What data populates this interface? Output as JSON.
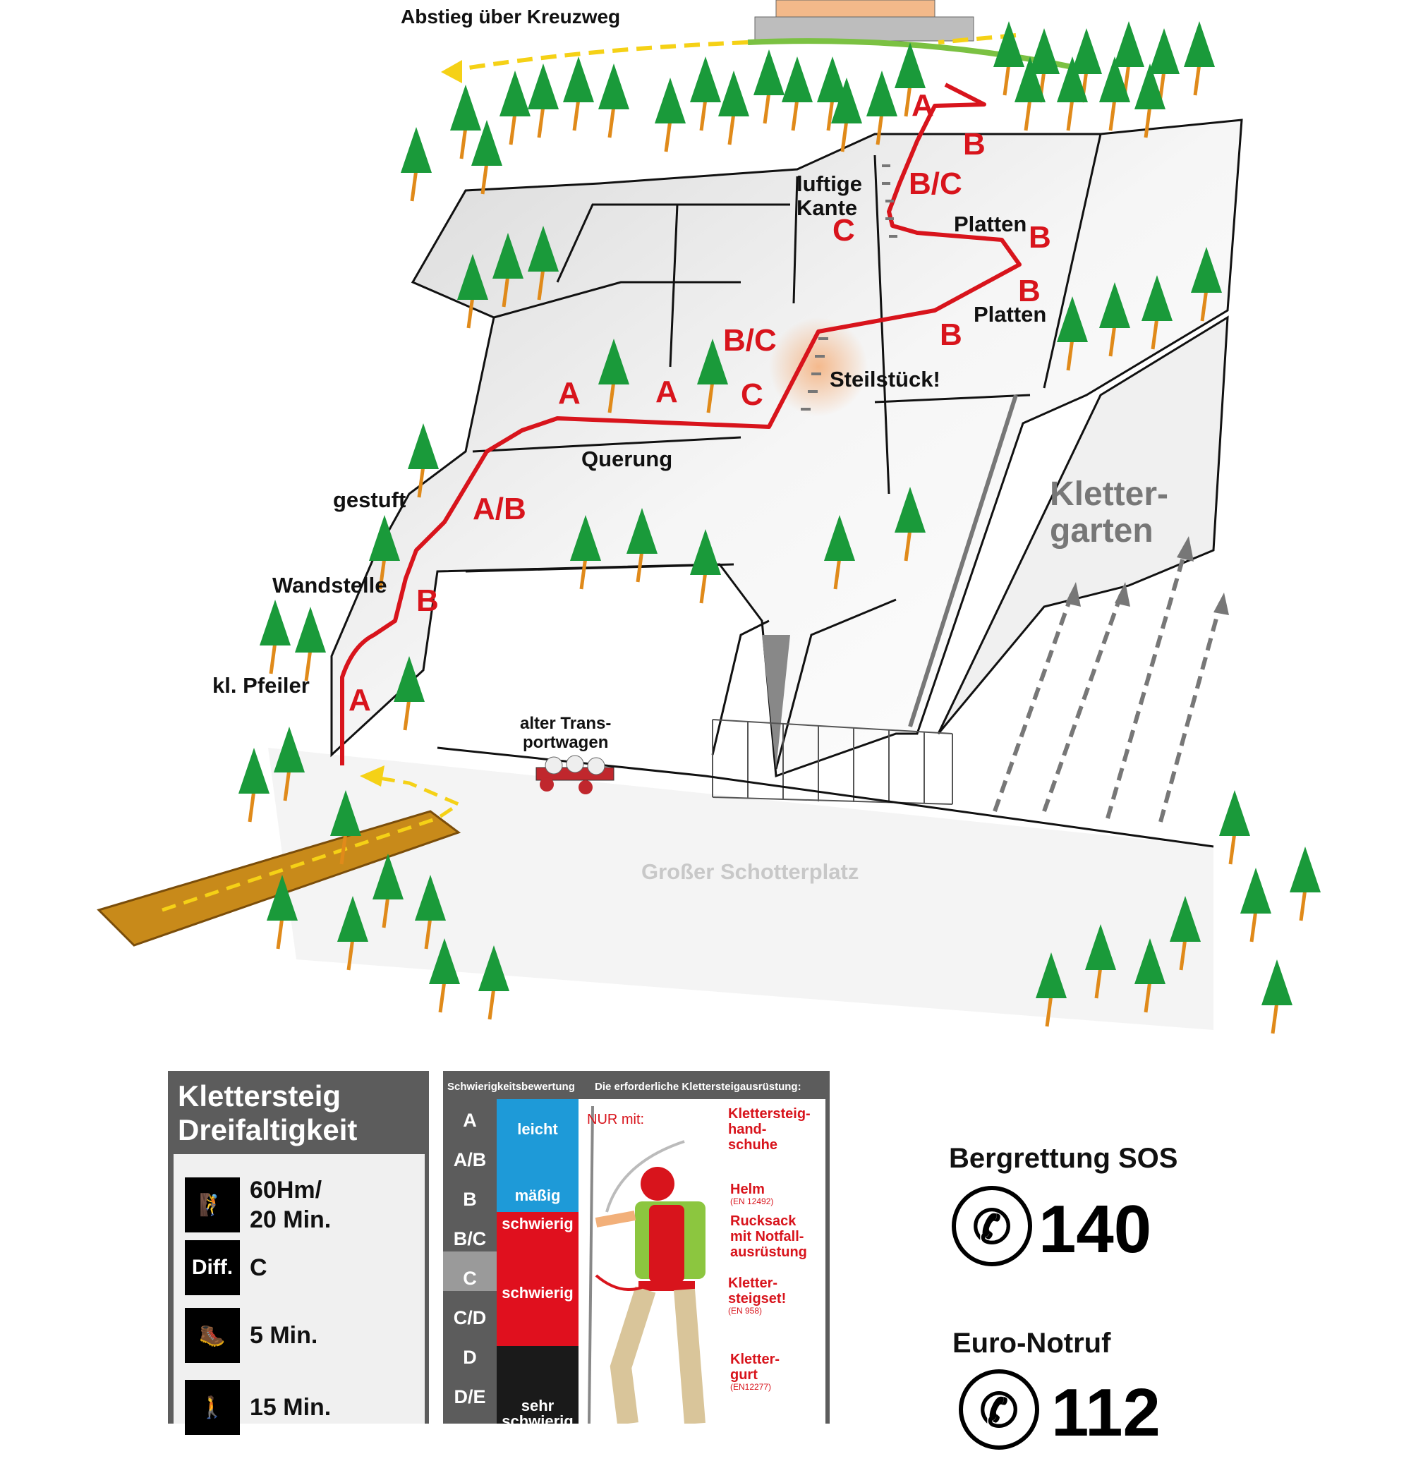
{
  "map": {
    "descent_label": "Abstieg über Kreuzweg",
    "grades": [
      {
        "id": "top-a",
        "text": "A"
      },
      {
        "id": "top-b",
        "text": "B"
      },
      {
        "id": "top-bc",
        "text": "B/C"
      },
      {
        "id": "kante-c",
        "text": "C"
      },
      {
        "id": "platten-b1",
        "text": "B"
      },
      {
        "id": "platten-b2",
        "text": "B"
      },
      {
        "id": "platten-b3",
        "text": "B"
      },
      {
        "id": "steil-bc",
        "text": "B/C"
      },
      {
        "id": "querung-a1",
        "text": "A"
      },
      {
        "id": "querung-a2",
        "text": "A"
      },
      {
        "id": "querung-c",
        "text": "C"
      },
      {
        "id": "gestuft-ab",
        "text": "A/B"
      },
      {
        "id": "wand-b",
        "text": "B"
      },
      {
        "id": "pfeiler-a",
        "text": "A"
      }
    ],
    "labels": {
      "luftige_kante": "luftige\nKante",
      "platten_1": "Platten",
      "platten_2": "Platten",
      "steilstueck": "Steilstück!",
      "querung": "Querung",
      "gestuft": "gestuft",
      "wandstelle": "Wandstelle",
      "kl_pfeiler": "kl. Pfeiler",
      "transportwagen": "alter Trans-\nportwagen",
      "klettergarten": "Kletter-\ngarten",
      "schotterplatz": "Großer Schotterplatz"
    },
    "colors": {
      "route": "#d8141c",
      "path": "#f5d116",
      "tree": "#1a9a3a",
      "trunk": "#e08a1a",
      "rock": "#ececec"
    }
  },
  "info": {
    "title_line1": "Klettersteig",
    "title_line2": "Dreifaltigkeit",
    "rows": [
      {
        "icon": "climber-icon",
        "line1": "60Hm/",
        "line2": "20 Min."
      },
      {
        "icon": "difficulty-icon",
        "badge": "Diff.",
        "line1": "C"
      },
      {
        "icon": "approach-hiker-icon",
        "line1": "5 Min."
      },
      {
        "icon": "descent-walker-icon",
        "line1": "15 Min."
      }
    ]
  },
  "scale": {
    "header_left": "Schwierigkeitsbewertung",
    "header_right": "Die erforderliche Klettersteigausrüstung:",
    "grades": [
      "A",
      "A/B",
      "B",
      "B/C",
      "C",
      "C/D",
      "D",
      "D/E"
    ],
    "highlighted_grade": "C",
    "bands": [
      {
        "label": "leicht",
        "color": "#1e9ad8"
      },
      {
        "label": "mäßig",
        "color": "#1e9ad8"
      },
      {
        "label": "schwierig",
        "color": "#e0101e"
      },
      {
        "label": "schwierig",
        "color": "#e0101e"
      },
      {
        "label": "sehr\nschwierig",
        "color": "#1a1a1a"
      }
    ],
    "nur_mit": "NUR mit:",
    "equipment": [
      {
        "name": "Klettersteig-\nhand-\nschuhe",
        "norm": ""
      },
      {
        "name": "Helm",
        "norm": "(EN 12492)"
      },
      {
        "name": "Rucksack\nmit Notfall-\nausrüstung",
        "norm": ""
      },
      {
        "name": "Kletter-\nsteigset!",
        "norm": "(EN 958)"
      },
      {
        "name": "Kletter-\ngurt",
        "norm": "(EN12277)"
      }
    ]
  },
  "emergency": [
    {
      "title": "Bergrettung SOS",
      "number": "140"
    },
    {
      "title": "Euro-Notruf",
      "number": "112"
    }
  ]
}
